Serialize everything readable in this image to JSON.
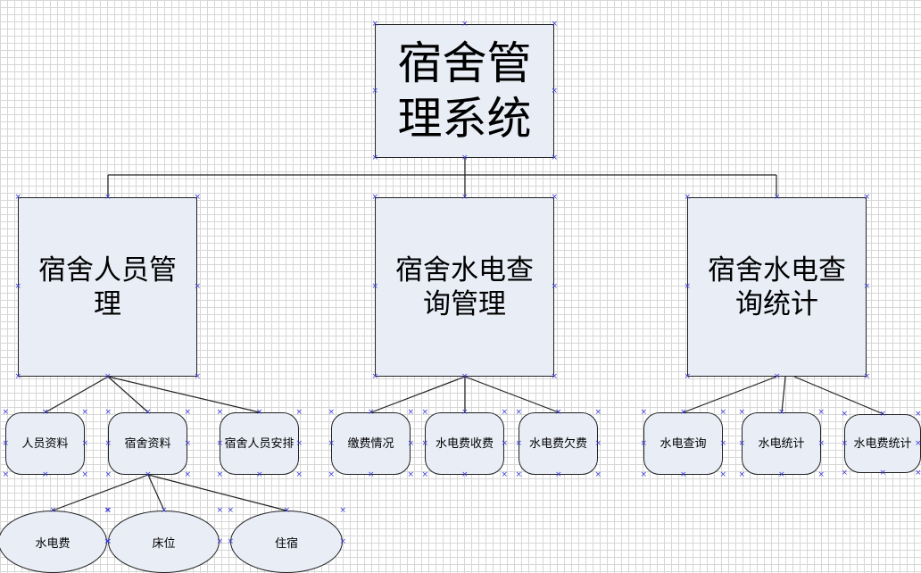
{
  "root": {
    "label": "宿舍管理系统"
  },
  "branches": [
    {
      "label": "宿舍人员管理",
      "children": [
        "人员资料",
        "宿舍资料",
        "宿舍人员安排"
      ],
      "grandchildren": [
        "水电费",
        "床位",
        "住宿"
      ]
    },
    {
      "label": "宿舍水电查询管理",
      "children": [
        "缴费情况",
        "水电费收费",
        "水电费欠费"
      ]
    },
    {
      "label": "宿舍水电查询统计",
      "children": [
        "水电查询",
        "水电统计",
        "水电费统计"
      ]
    }
  ],
  "colors": {
    "box_fill": "#e8edf6",
    "border": "#222222",
    "handle": "#3d3dd6",
    "grid": "#d7d7d7"
  }
}
